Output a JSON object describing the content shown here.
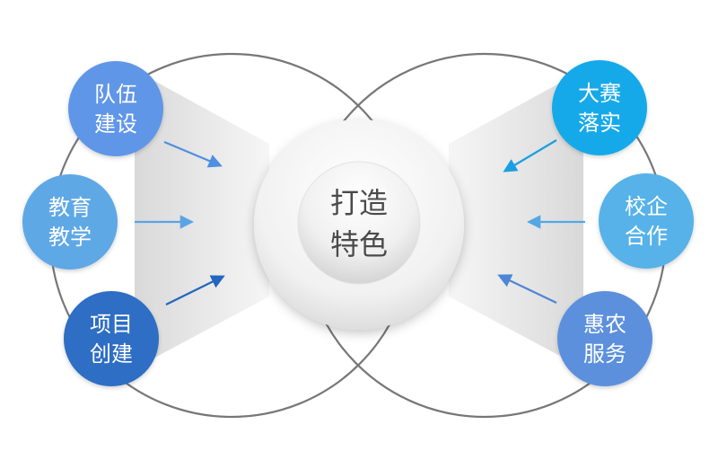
{
  "center": {
    "line1": "打造",
    "line2": "特色"
  },
  "nodes": [
    {
      "id": "team-building",
      "line1": "队伍",
      "line2": "建设",
      "color": "#6096e8"
    },
    {
      "id": "education-teaching",
      "line1": "教育",
      "line2": "教学",
      "color": "#5fa8e6"
    },
    {
      "id": "project-creation",
      "line1": "项目",
      "line2": "创建",
      "color": "#2d6ec4"
    },
    {
      "id": "competition-implementation",
      "line1": "大赛",
      "line2": "落实",
      "color": "#17a9ea"
    },
    {
      "id": "school-enterprise-cooperation",
      "line1": "校企",
      "line2": "合作",
      "color": "#56b2e9"
    },
    {
      "id": "benefit-agriculture-service",
      "line1": "惠农",
      "line2": "服务",
      "color": "#5b90dc"
    }
  ],
  "colors": {
    "ring": "#777777",
    "arrow_left_top": "#4f8fde",
    "arrow_left_mid": "#5aa4e4",
    "arrow_left_bottom": "#2366bf",
    "arrow_right_top": "#1a9fe3",
    "arrow_right_mid": "#53a8e4",
    "arrow_right_bottom": "#4d86d6"
  }
}
